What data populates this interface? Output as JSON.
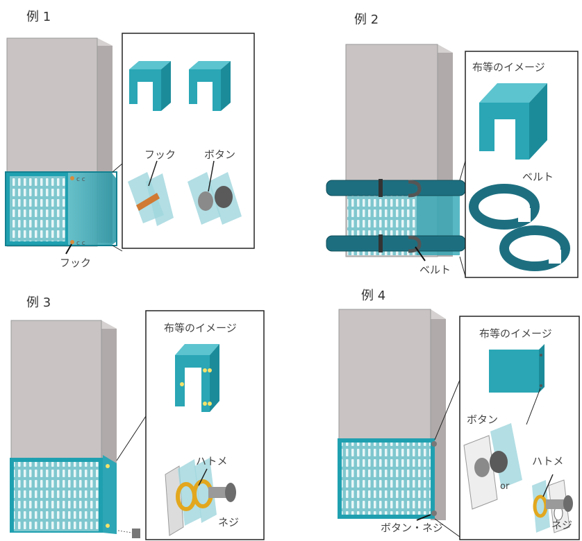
{
  "examples": [
    {
      "title": "例 1",
      "labels": {
        "hook_bottom": "フック",
        "hook_detail": "フック",
        "button_detail": "ボタン"
      }
    },
    {
      "title": "例 2",
      "labels": {
        "cloth_image": "布等のイメージ",
        "belt_detail": "ベルト",
        "belt_bottom": "ベルト"
      }
    },
    {
      "title": "例 3",
      "labels": {
        "cloth_image": "布等のイメージ",
        "eyelet": "ハトメ",
        "screw": "ネジ"
      }
    },
    {
      "title": "例 4",
      "labels": {
        "cloth_image": "布等のイメージ",
        "button": "ボタン",
        "eyelet": "ハトメ",
        "or": "or",
        "screw": "ネジ",
        "button_screw": "ボタン・ネジ"
      }
    }
  ],
  "colors": {
    "cabinet": "#c9c3c3",
    "cabinet_side": "#b5afaf",
    "cover": "#2aa1b0",
    "cover_dark": "#15808e",
    "belt": "#1d6f80",
    "vent": "#8fd2d8"
  }
}
